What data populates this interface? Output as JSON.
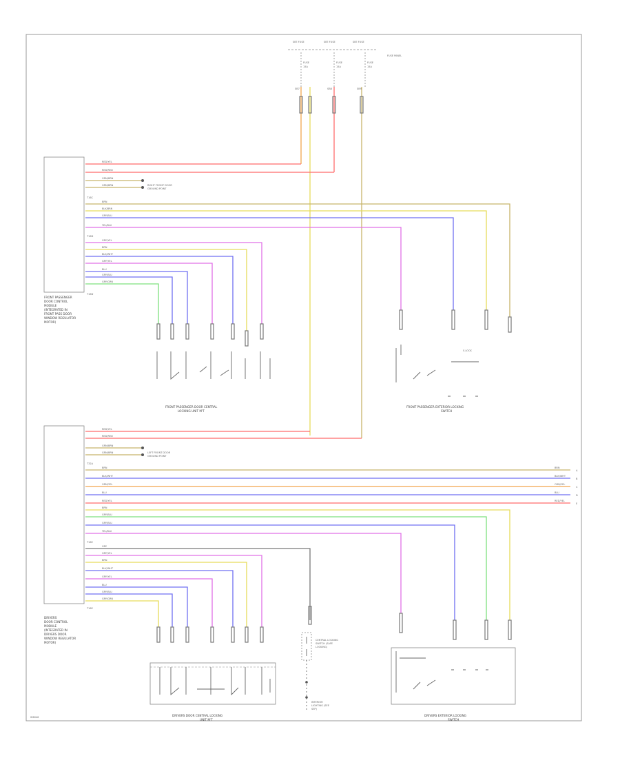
{
  "page_code": "W6046",
  "fuses": {
    "labels": [
      "FUSE",
      "FUSE",
      "FUSE"
    ],
    "ratings": [
      "15A",
      "15A",
      "15A"
    ],
    "side_label": "FUSE PANEL"
  },
  "modules": {
    "front": {
      "name_lines": [
        "FRONT PASSENGER",
        "DOOR CONTROL",
        "MODULE",
        "(INTEGRATED IN",
        "FRONT PASS DOOR",
        "WINDOW REGULATOR",
        "MOTOR)"
      ],
      "power_wires": [
        "RED/YEL",
        "RED/RED"
      ],
      "ground_wires": [
        "GRN/BRN",
        "GRN/BRN"
      ],
      "ground_note": [
        "RIGHT FRONT DOOR",
        "GROUND POINT"
      ],
      "lock_wires": [
        "BRN",
        "BLK/BRN",
        "GRY/BLU",
        "YEL/BLU"
      ],
      "switch_wires": [
        "GRY/YEL",
        "BRN",
        "BLK/WHT",
        "GRY/YEL",
        "BLU",
        "GRY/BLU",
        "GRY/GRN"
      ]
    },
    "driver": {
      "name_lines": [
        "DRIVERS",
        "DOOR CONTROL",
        "MODULE",
        "(INTEGRATED IN",
        "DRIVERS DOOR",
        "WINDOW REGULATOR",
        "MOTOR)"
      ],
      "power_wires": [
        "RED/YEL",
        "RED/RED"
      ],
      "ground_wires": [
        "GRN/BRN",
        "GRN/BRN"
      ],
      "ground_note": [
        "LEFT FRONT DOOR",
        "GROUND POINT"
      ],
      "bus_wires": [
        "BRN",
        "BLK/WHT",
        "ORN/YEL",
        "BLU",
        "RED/YEL"
      ],
      "lock_wires": [
        "BRN",
        "GRY/BLU",
        "GRY/BLU",
        "YEL/BLU"
      ],
      "switch_wires": [
        "GRY",
        "GRY/YEL",
        "BRN",
        "BLK/WHT",
        "GRY/YEL",
        "BLU",
        "GRY/BLU",
        "GRY/GRN"
      ]
    }
  },
  "components": {
    "front_lock_unit": [
      "FRONT PASSENGER DOOR CENTRAL",
      "LOCKING UNIT M'T"
    ],
    "front_ext_switch": [
      "FRONT PASSENGER EXTERIOR LOCKING",
      "SWITCH"
    ],
    "driver_lock_unit": [
      "DRIVERS DOOR CENTRAL LOCKING",
      "UNIT M'T"
    ],
    "driver_ext_switch": [
      "DRIVERS EXTERIOR LOCKING",
      "SWITCH"
    ],
    "central_switch": [
      "CENTRAL LOCKING",
      "SWITCH (SAFE",
      "LOCKING)"
    ],
    "interior_note": [
      "INTERIOR",
      "LIGHTING (SEE",
      "SEP)"
    ],
    "front_ext_tag": "S-LOCK"
  },
  "colors": {
    "red": "#ff6b6b",
    "orange": "#f2a34a",
    "yellow": "#e6dc5a",
    "olive": "#c8b46a",
    "blue": "#6f6ff2",
    "violet": "#e070e6",
    "green": "#7ee07e",
    "grey": "#9a9a9a",
    "black": "#555555"
  }
}
